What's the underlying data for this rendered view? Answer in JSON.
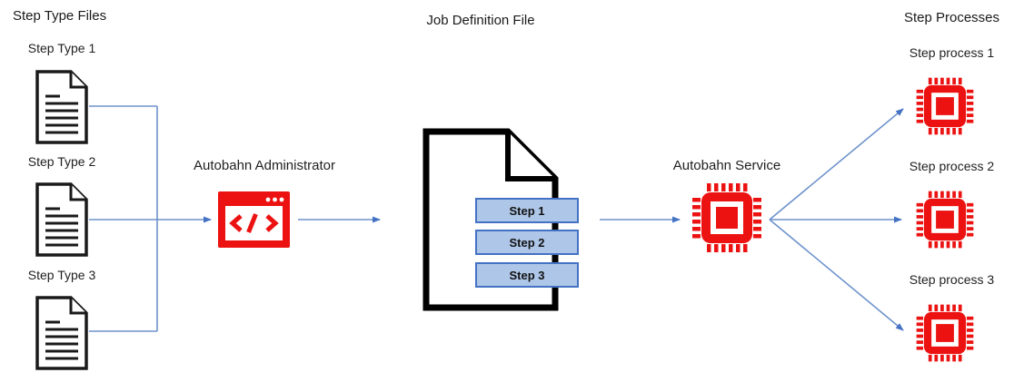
{
  "colors": {
    "line_blue": "#6d92cc",
    "arrow_blue": "#4472C4",
    "icon_red": "#EC1212",
    "step_box_fill": "#AEC6E8",
    "step_box_border": "#4472C4",
    "outline_black": "#1a1a1a"
  },
  "step_type_files": {
    "title": "Step Type Files",
    "files": [
      {
        "label": "Step Type 1",
        "icon": "document-icon"
      },
      {
        "label": "Step Type 2",
        "icon": "document-icon"
      },
      {
        "label": "Step Type 3",
        "icon": "document-icon"
      }
    ]
  },
  "administrator": {
    "label": "Autobahn Administrator",
    "icon": "code-window-icon"
  },
  "job_definition_file": {
    "title": "Job Definition File",
    "icon": "document-outline-icon",
    "steps": [
      {
        "label": "Step 1"
      },
      {
        "label": "Step 2"
      },
      {
        "label": "Step 3"
      }
    ]
  },
  "service": {
    "label": "Autobahn Service",
    "icon": "chip-icon"
  },
  "step_processes": {
    "title": "Step Processes",
    "processes": [
      {
        "label": "Step process 1",
        "icon": "chip-icon"
      },
      {
        "label": "Step process 2",
        "icon": "chip-icon"
      },
      {
        "label": "Step process 3",
        "icon": "chip-icon"
      }
    ]
  }
}
